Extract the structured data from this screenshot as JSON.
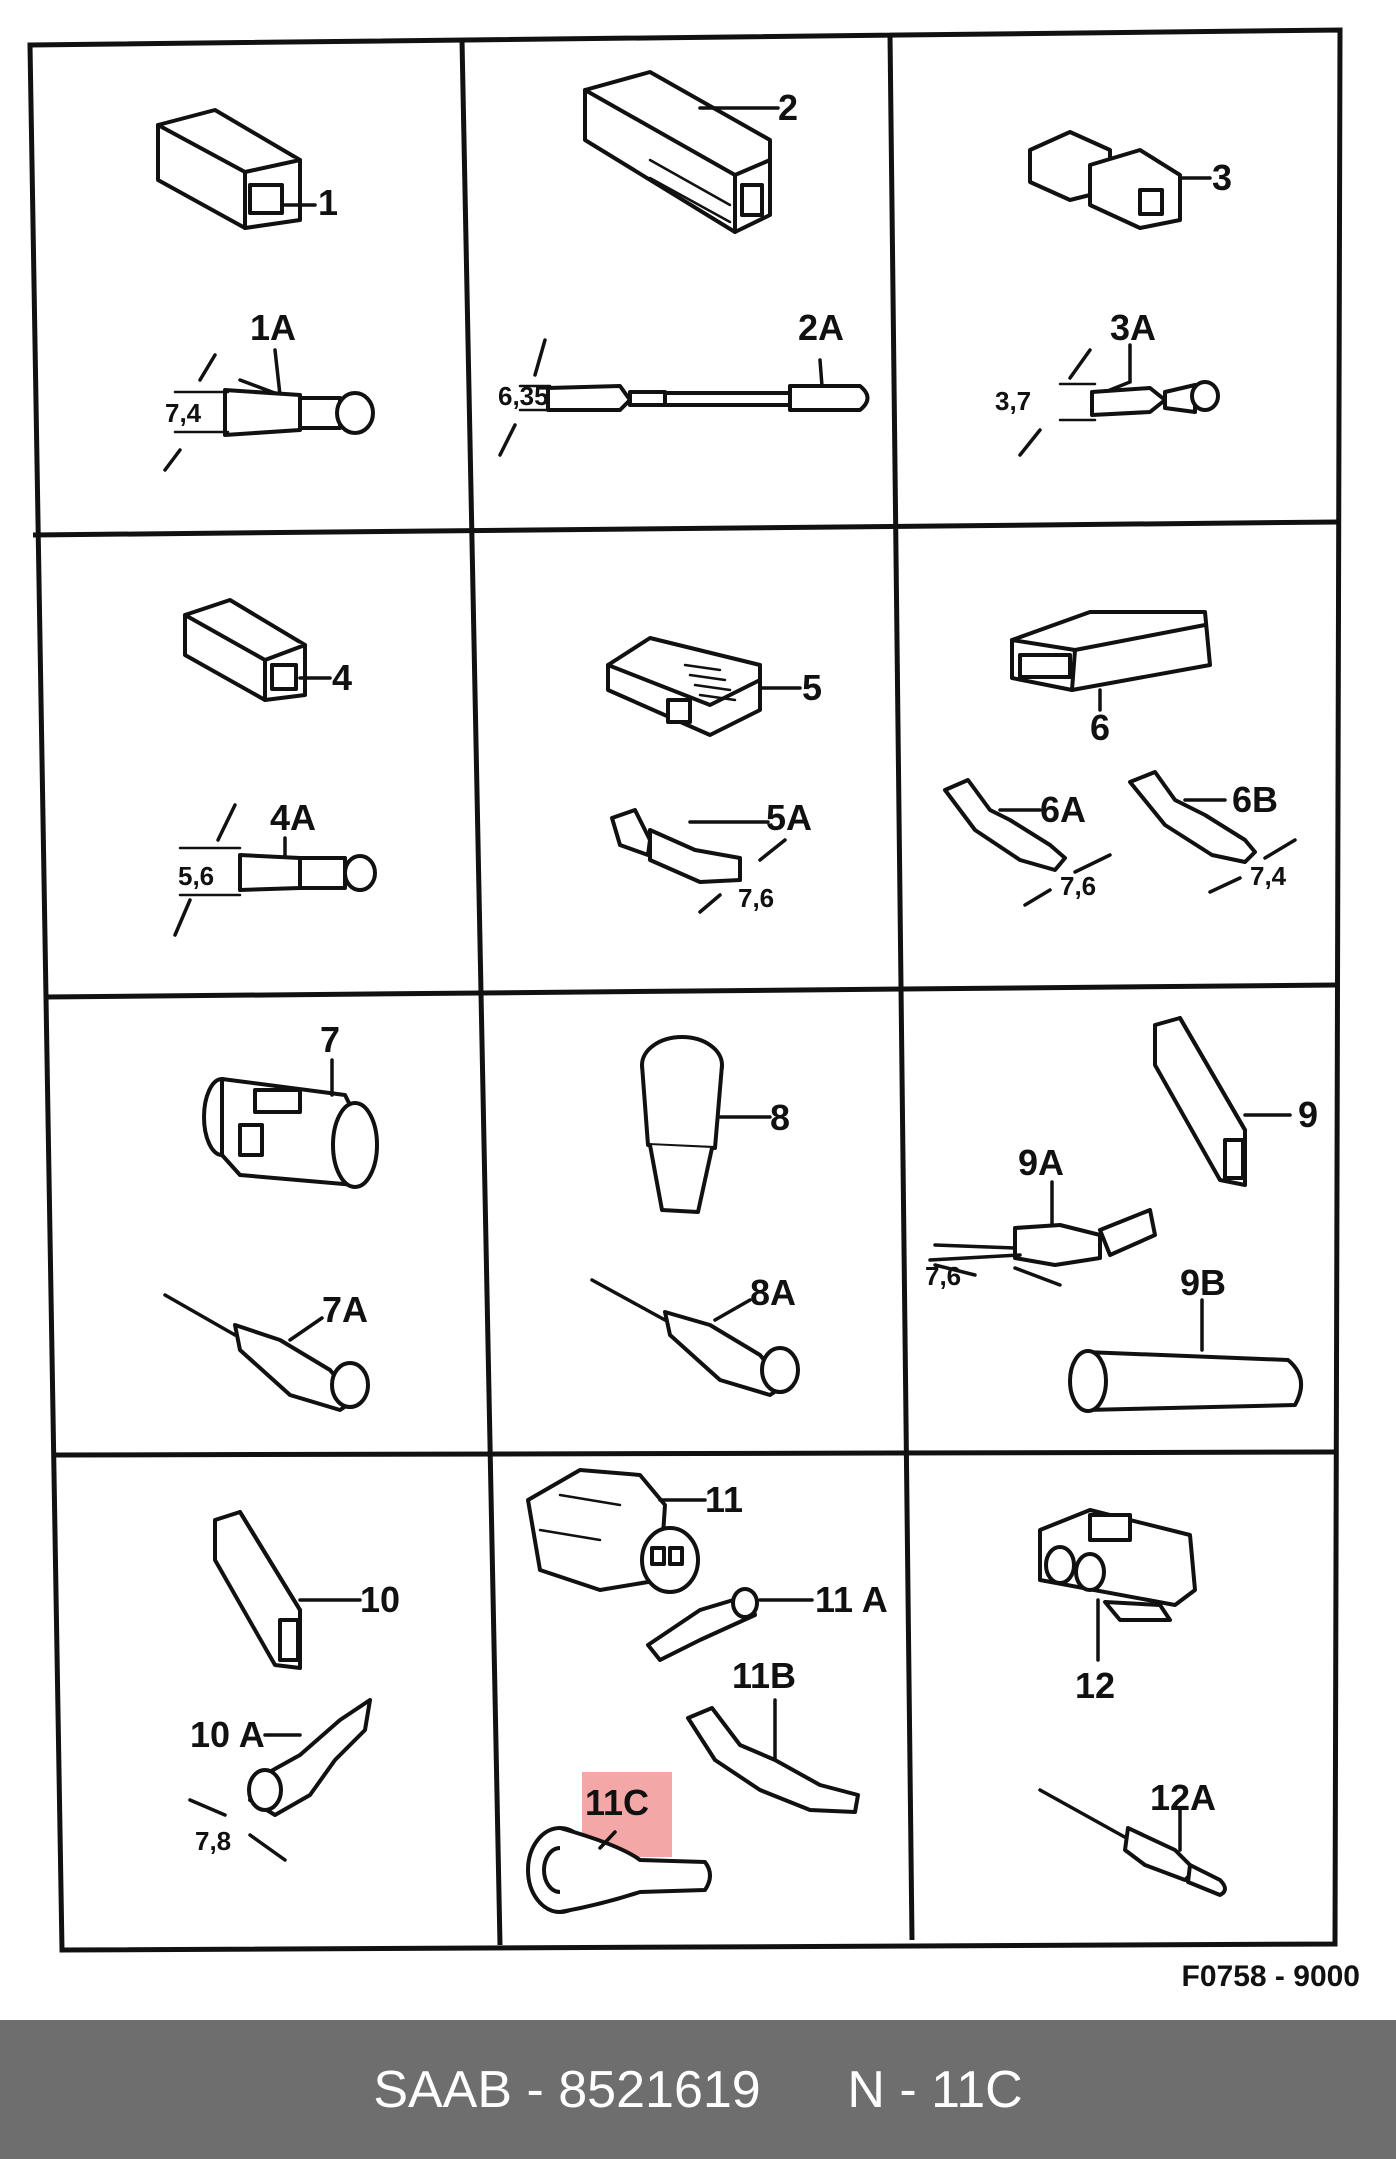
{
  "parts": [
    {
      "id": "p1",
      "label": "1"
    },
    {
      "id": "p1a",
      "label": "1A",
      "dimension": "7,4"
    },
    {
      "id": "p2",
      "label": "2"
    },
    {
      "id": "p2a",
      "label": "2A",
      "dimension": "6,35"
    },
    {
      "id": "p3",
      "label": "3"
    },
    {
      "id": "p3a",
      "label": "3A",
      "dimension": "3,7"
    },
    {
      "id": "p4",
      "label": "4"
    },
    {
      "id": "p4a",
      "label": "4A",
      "dimension": "5,6"
    },
    {
      "id": "p5",
      "label": "5"
    },
    {
      "id": "p5a",
      "label": "5A",
      "dimension": "7,6"
    },
    {
      "id": "p6",
      "label": "6"
    },
    {
      "id": "p6a",
      "label": "6A",
      "dimension": "7,6"
    },
    {
      "id": "p6b",
      "label": "6B",
      "dimension": "7,4"
    },
    {
      "id": "p7",
      "label": "7"
    },
    {
      "id": "p7a",
      "label": "7A"
    },
    {
      "id": "p8",
      "label": "8"
    },
    {
      "id": "p8a",
      "label": "8A"
    },
    {
      "id": "p9",
      "label": "9"
    },
    {
      "id": "p9a",
      "label": "9A",
      "dimension": "7,6"
    },
    {
      "id": "p9b",
      "label": "9B"
    },
    {
      "id": "p10",
      "label": "10"
    },
    {
      "id": "p10a",
      "label": "10 A",
      "dimension": "7,8"
    },
    {
      "id": "p11",
      "label": "11"
    },
    {
      "id": "p11a",
      "label": "11 A"
    },
    {
      "id": "p11b",
      "label": "11B"
    },
    {
      "id": "p11c",
      "label": "11C",
      "highlighted": true
    },
    {
      "id": "p12",
      "label": "12"
    },
    {
      "id": "p12a",
      "label": "12A"
    }
  ],
  "drawing_code": "F0758 - 9000",
  "footer": {
    "brand_part": "SAAB - 8521619",
    "position": "N - 11C"
  },
  "highlight_color": "#f08a8a"
}
